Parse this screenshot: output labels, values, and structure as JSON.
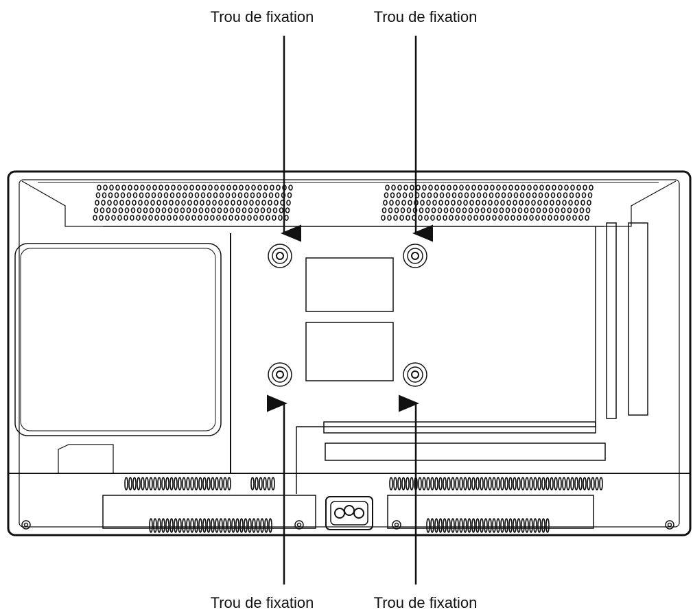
{
  "labels": {
    "top_left": "Trou de fixation",
    "top_right": "Trou de fixation",
    "bottom_left": "Trou de fixation",
    "bottom_right": "Trou de fixation"
  },
  "colors": {
    "line": "#111111",
    "background": "#ffffff"
  }
}
